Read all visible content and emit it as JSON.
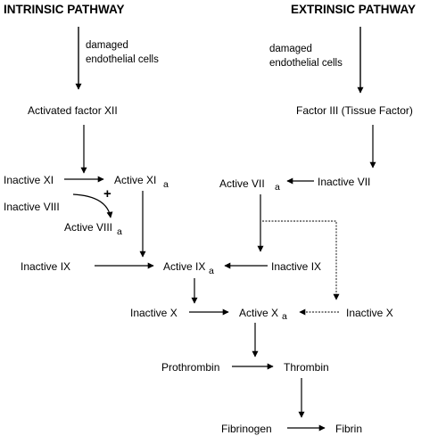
{
  "headers": {
    "intrinsic": "INTRINSIC PATHWAY",
    "extrinsic": "EXTRINSIC PATHWAY"
  },
  "notes": {
    "damaged_left_1": "damaged",
    "damaged_left_2": "endothelial cells",
    "damaged_right_1": "damaged",
    "damaged_right_2": "endothelial cells"
  },
  "nodes": {
    "activated_xii": "Activated factor XII",
    "factor_iii": "Factor III (Tissue Factor)",
    "inactive_xi": "Inactive XI",
    "active_xi": "Active XI",
    "active_xi_sub": "a",
    "plus": "+",
    "inactive_viii": "Inactive VIII",
    "active_viii": "Active VIII",
    "active_viii_sub": "a",
    "active_vii": "Active VII",
    "active_vii_sub": "a",
    "inactive_vii": "Inactive VII",
    "inactive_ix_left": "Inactive IX",
    "active_ix": "Active IX",
    "active_ix_sub": "a",
    "inactive_ix_right": "Inactive IX",
    "inactive_x_left": "Inactive X",
    "active_x": "Active X",
    "active_x_sub": "a",
    "inactive_x_right": "Inactive X",
    "prothrombin": "Prothrombin",
    "thrombin": "Thrombin",
    "fibrinogen": "Fibrinogen",
    "fibrin": "Fibrin"
  }
}
